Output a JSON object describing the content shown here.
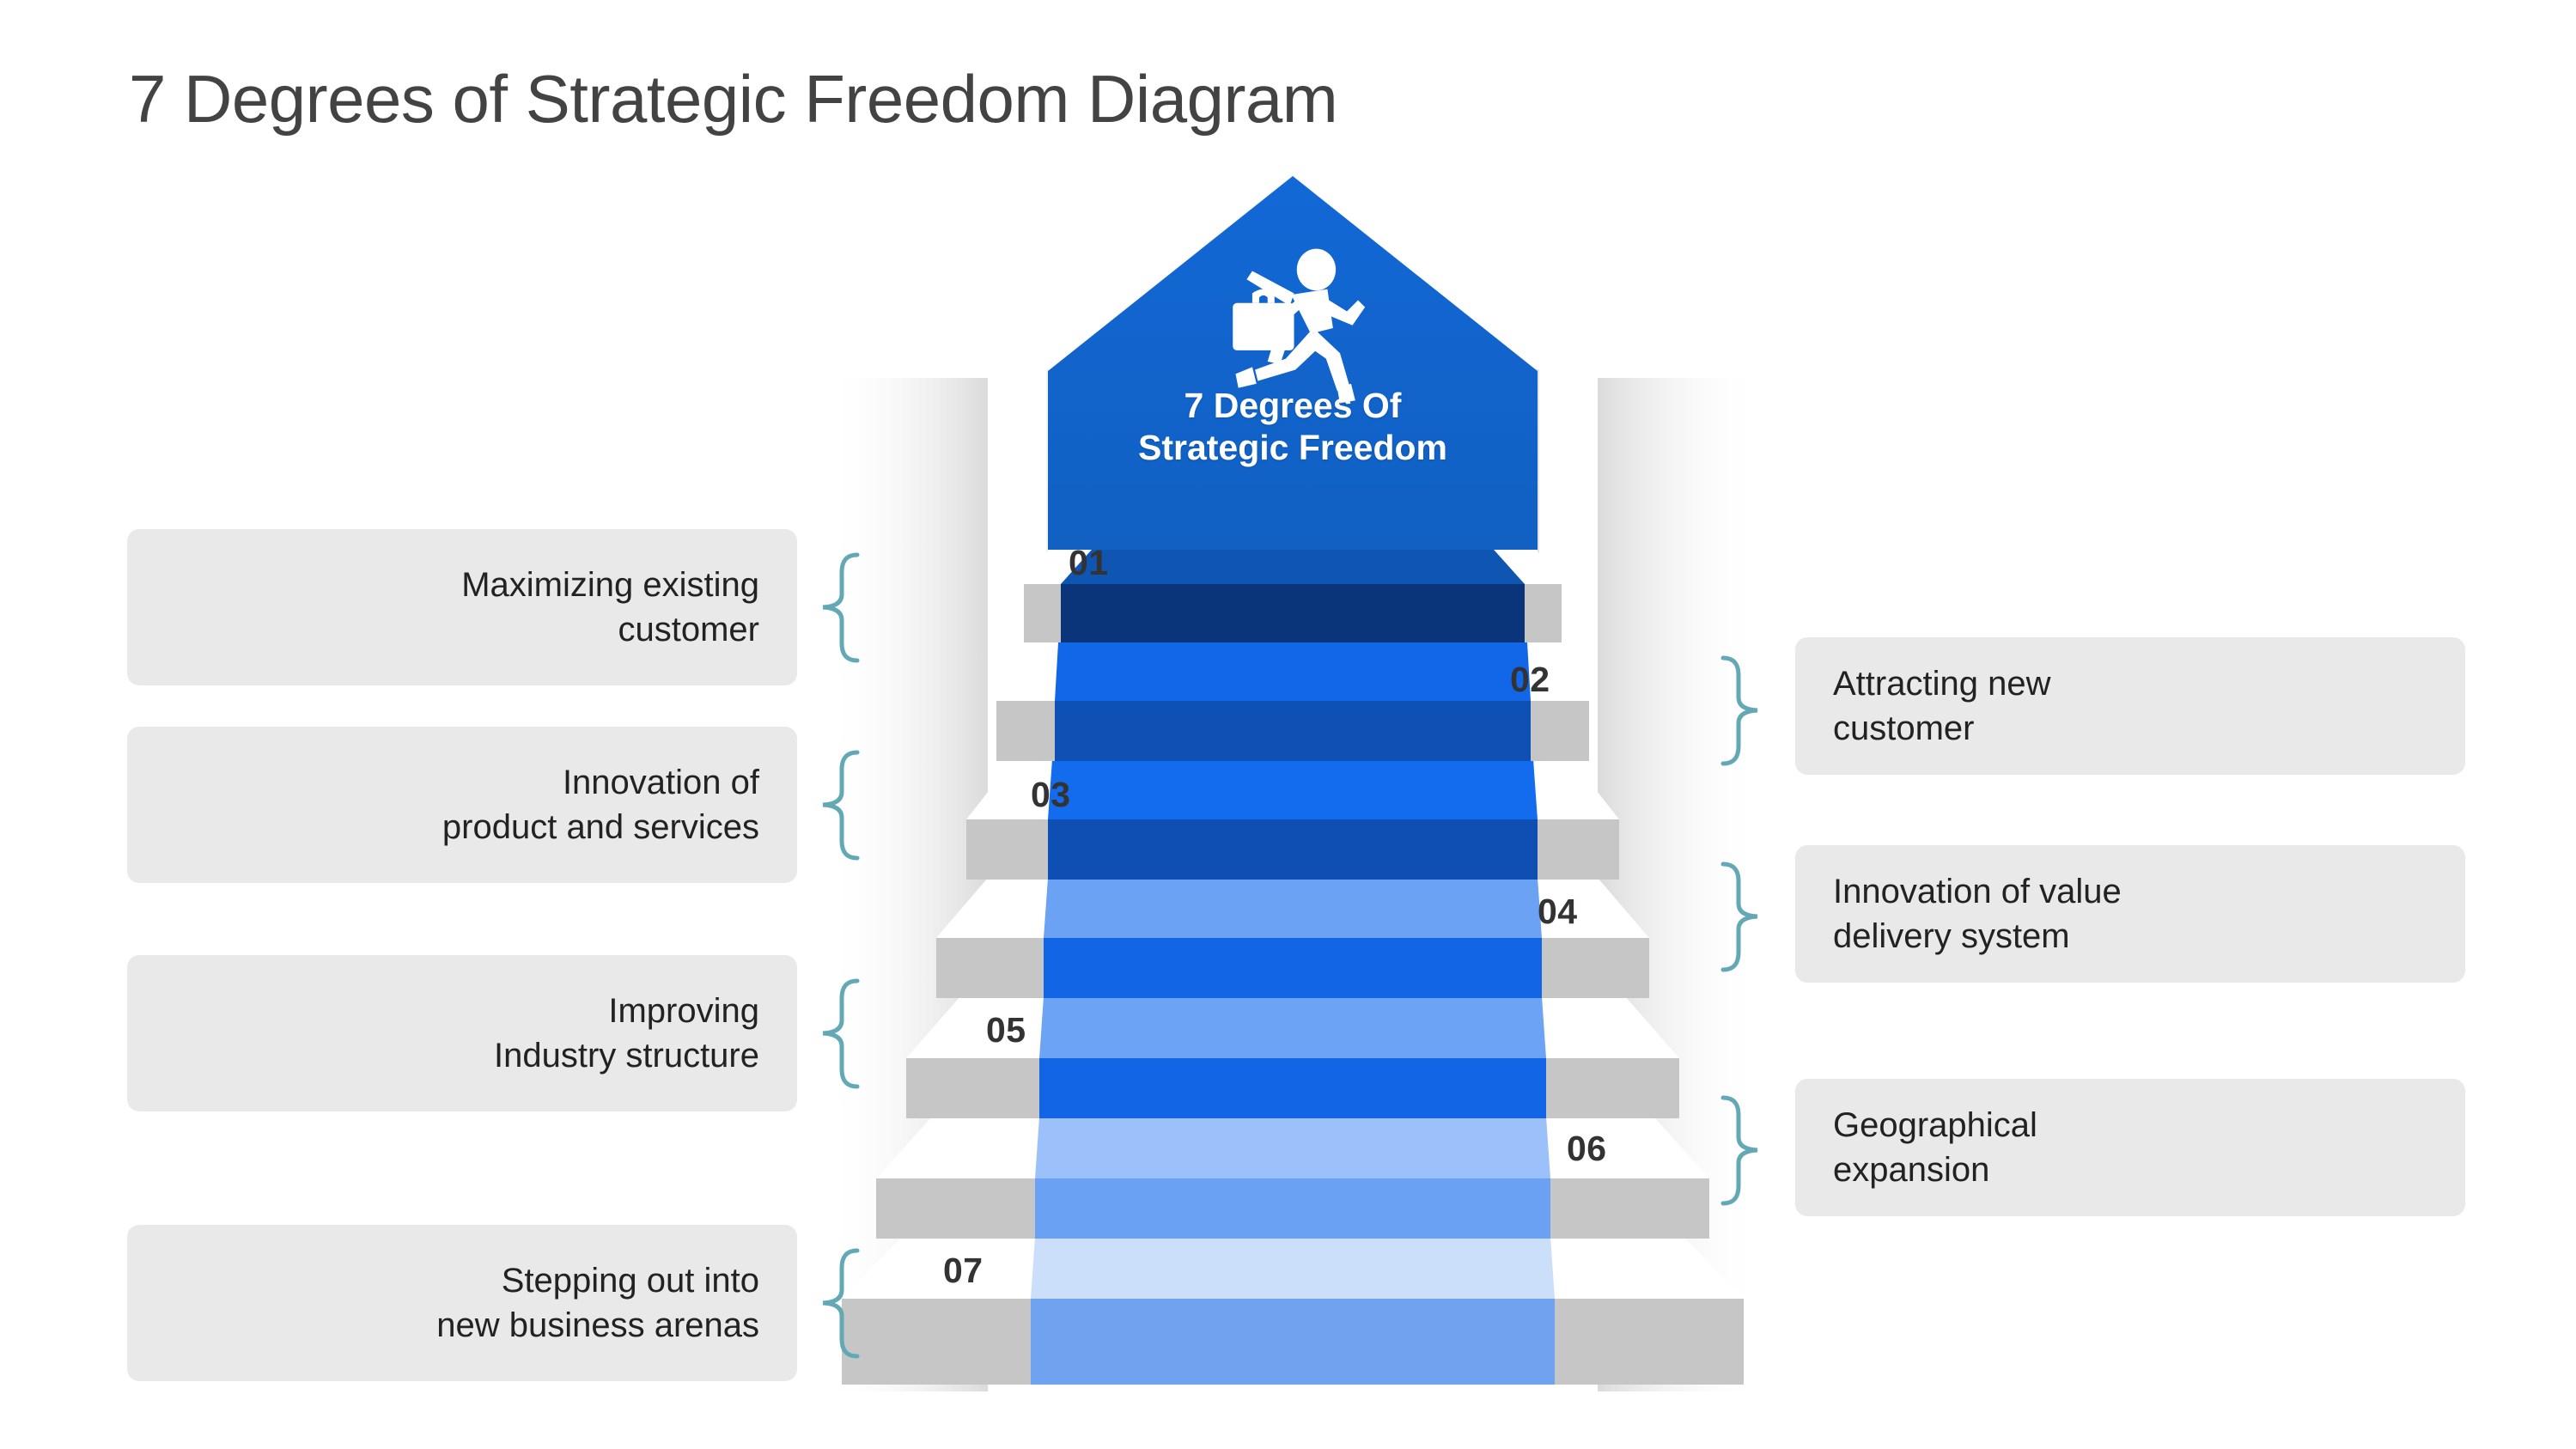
{
  "title": "7 Degrees of Strategic Freedom Diagram",
  "arrow": {
    "caption": "7 Degrees\nOf Strategic\nFreedom",
    "icon": "running-businessman-icon",
    "color": "#1267CD"
  },
  "colors": {
    "title_text": "#434343",
    "label_box_bg": "#e9e9e9",
    "label_text": "#222222",
    "brace": "#62A8B5",
    "step_tread": "#ffffff",
    "step_riser": "#c6c6c6",
    "number_text": "#333333"
  },
  "steps": [
    {
      "number": "01",
      "side": "left",
      "carpet_tread": "#0F56B3",
      "carpet_riser": "#0A357A"
    },
    {
      "number": "02",
      "side": "right",
      "carpet_tread": "#1267E8",
      "carpet_riser": "#0F50B5"
    },
    {
      "number": "03",
      "side": "left",
      "carpet_tread": "#136BEE",
      "carpet_riser": "#0F4FB4"
    },
    {
      "number": "04",
      "side": "right",
      "carpet_tread": "#6BA2F3",
      "carpet_riser": "#1266E5"
    },
    {
      "number": "05",
      "side": "left",
      "carpet_tread": "#6CA3F4",
      "carpet_riser": "#1266E6"
    },
    {
      "number": "06",
      "side": "right",
      "carpet_tread": "#9BC0FA",
      "carpet_riser": "#6AA1F2"
    },
    {
      "number": "07",
      "side": "left",
      "carpet_tread": "#CBDFFA",
      "carpet_riser": "#6FA3F0"
    }
  ],
  "labels": {
    "left": [
      {
        "step": "01",
        "text": "Maximizing existing\ncustomer"
      },
      {
        "step": "03",
        "text": "Innovation of\nproduct and services"
      },
      {
        "step": "05",
        "text": "Improving\nIndustry structure"
      },
      {
        "step": "07",
        "text": "Stepping out into\nnew business arenas"
      }
    ],
    "right": [
      {
        "step": "02",
        "text": "Attracting new\ncustomer"
      },
      {
        "step": "04",
        "text": "Innovation of value\ndelivery system"
      },
      {
        "step": "06",
        "text": "Geographical\nexpansion"
      }
    ]
  }
}
